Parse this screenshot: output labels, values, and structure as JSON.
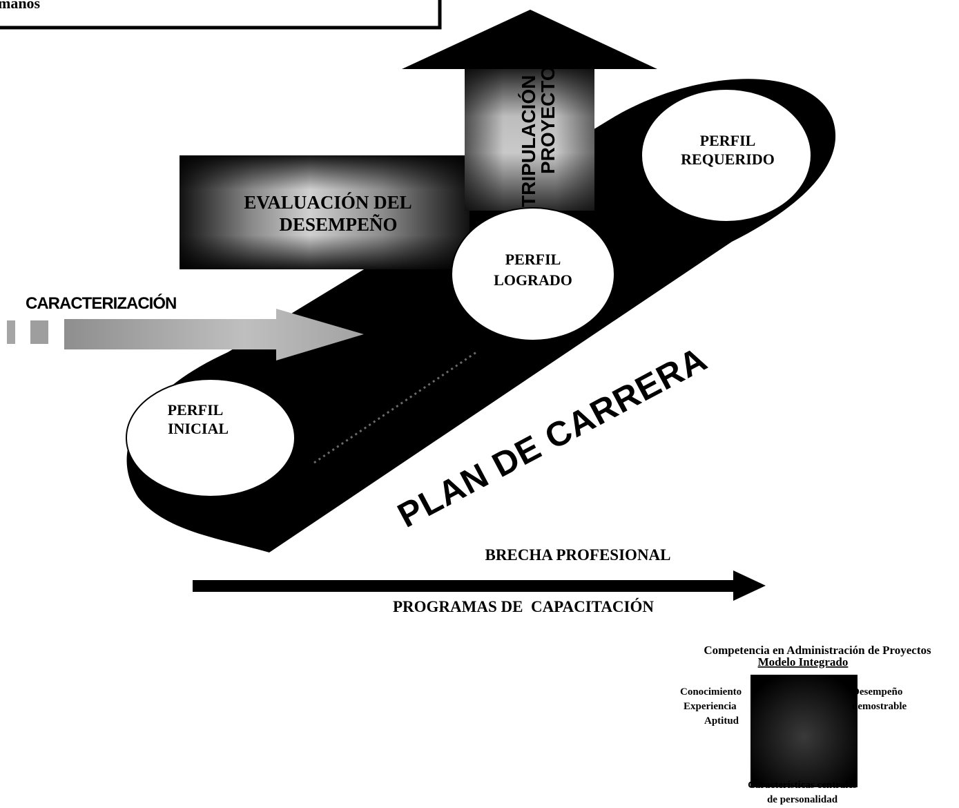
{
  "header_fragment": "manos",
  "profiles": {
    "initial": [
      "PERFIL",
      "INICIAL"
    ],
    "achieved": [
      "PERFIL",
      "LOGRADO"
    ],
    "required": [
      "PERFIL",
      "REQUERIDO"
    ]
  },
  "arrows": {
    "evaluation": [
      "EVALUACIÓN DEL",
      "DESEMPEÑO"
    ],
    "characterization": "CARACTERIZACIÓN",
    "vertical": [
      "TRIPULACIÓN",
      "PROYECTO"
    ]
  },
  "plan_label": "PLAN DE CARRERA",
  "bottom": {
    "gap_label": "BRECHA PROFESIONAL",
    "training_label": "PROGRAMAS DE  CAPACITACIÓN"
  },
  "competency": {
    "title": "Competencia en Administración de Proyectos",
    "subtitle": "Modelo Integrado",
    "left": [
      "Conocimiento",
      "Experiencia",
      "Aptitud"
    ],
    "right": [
      "Desempeño",
      "demostrable"
    ],
    "bottom": [
      "Características centrales",
      "de personalidad"
    ]
  },
  "colors": {
    "ink": "#000000",
    "paper": "#ffffff",
    "gray": "#9a9a9a"
  }
}
